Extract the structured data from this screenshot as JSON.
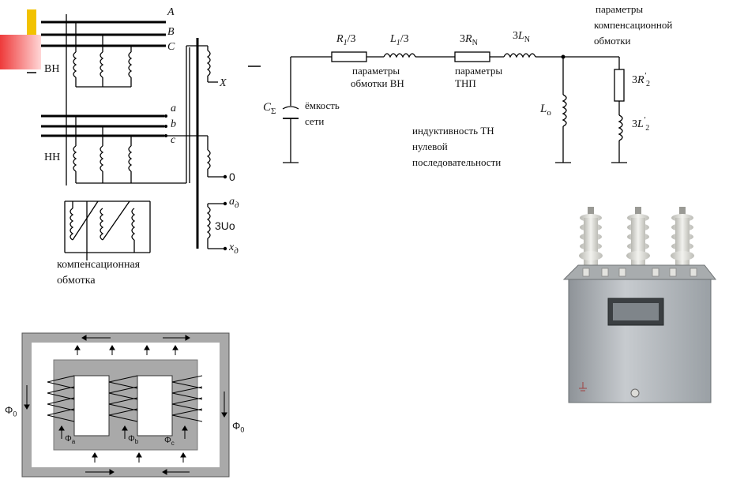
{
  "diagram": {
    "phases_hv": [
      "A",
      "B",
      "C"
    ],
    "phases_lv": [
      "a",
      "b",
      "c"
    ],
    "hv_label": "ВН",
    "lv_label": "НН",
    "x_label": "X",
    "zero_label": "0",
    "ad_label": "a",
    "ad_sub": "д",
    "xd_label": "x",
    "xd_sub": "д",
    "u0_label": "3Uo",
    "comp_winding": [
      "компенсационная",
      "обмотка"
    ],
    "circuit": {
      "r1": "R",
      "r1_sub": "1",
      "r1_suffix": "/3",
      "l1": "L",
      "l1_sub": "1",
      "l1_suffix": "/3",
      "rn_prefix": "3",
      "rn": "R",
      "rn_sub": "N",
      "ln_prefix": "3",
      "ln": "L",
      "ln_sub": "N",
      "c_label": "C",
      "c_sub": "Σ",
      "cap_text": [
        "ёмкость",
        "сети"
      ],
      "hv_params": [
        "параметры",
        "обмотки ВН"
      ],
      "tnp_params": [
        "параметры",
        "ТНП"
      ],
      "comp_params": [
        "параметры",
        "компенсационной",
        "обмотки"
      ],
      "l0": "L",
      "l0_sub": "о",
      "r2_prefix": "3",
      "r2": "R",
      "r2_sup": "′",
      "r2_sub": "2",
      "l2_prefix": "3",
      "l2": "L",
      "l2_sup": "′",
      "l2_sub": "2",
      "tn_text": [
        "индуктивность ТН",
        "нулевой",
        "последовательности"
      ]
    },
    "core": {
      "phi0": "Φ",
      "phi0_sub": "0",
      "phi_a": "Φ",
      "phi_a_sub": "a",
      "phi_b": "Φ",
      "phi_b_sub": "b",
      "phi_c": "Φ",
      "phi_c_sub": "c"
    }
  },
  "colors": {
    "accent_yellow": "#f2c200",
    "accent_red": "#ee3a3a",
    "core_gray": "#a9a9a9",
    "transformer_body": "#b9bec2"
  }
}
